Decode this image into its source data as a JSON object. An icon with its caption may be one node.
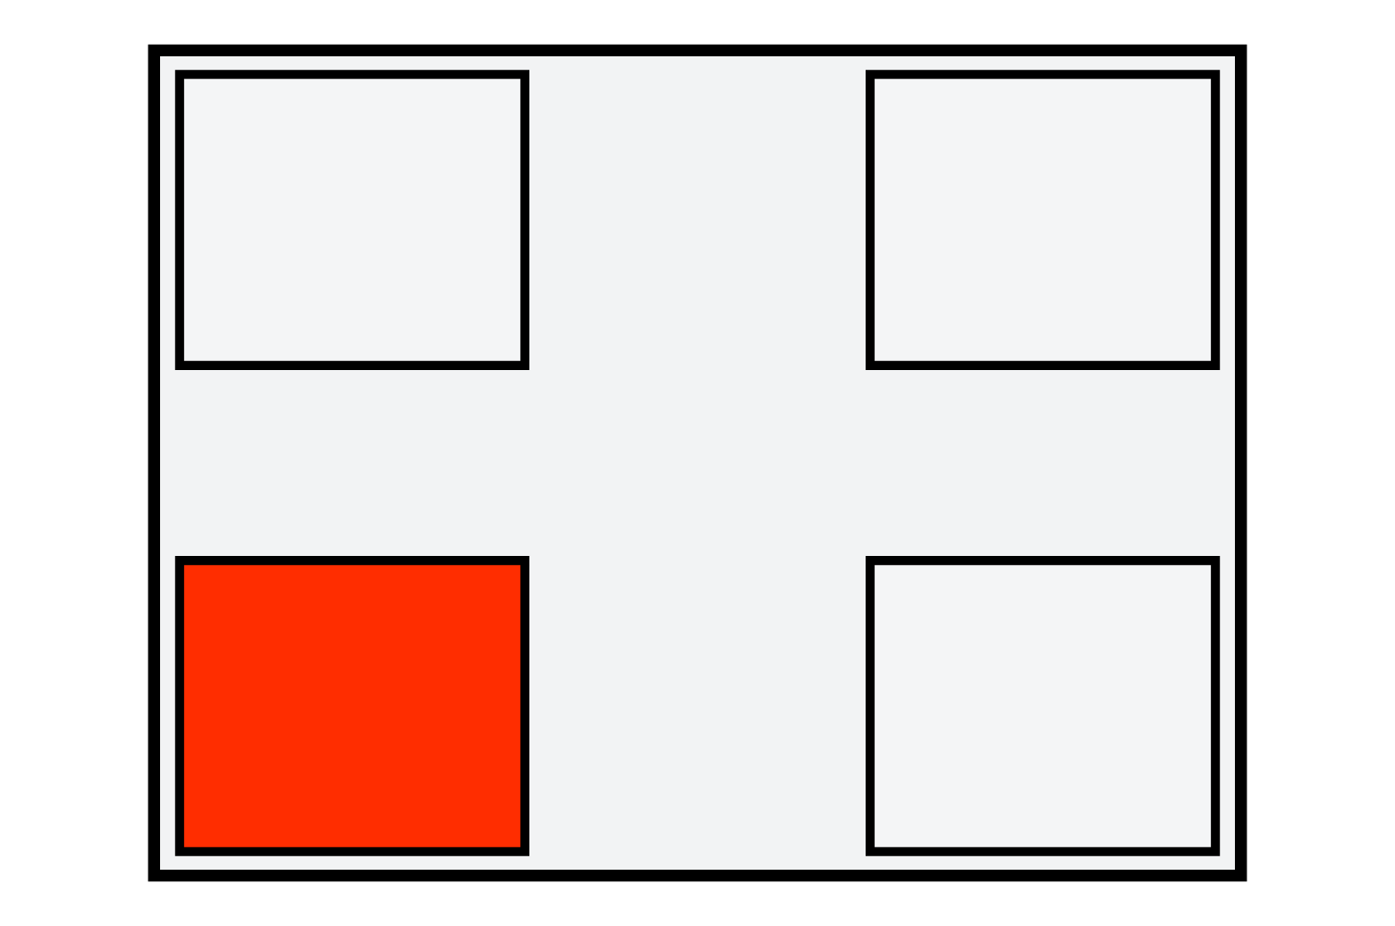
{
  "diagram": {
    "nodes": [
      {
        "text": [],
        "shape": "box"
      },
      {
        "text": [],
        "shape": "box",
        "in": 0
      },
      {
        "text": [],
        "shape": "box",
        "in": 0
      },
      {
        "text": [],
        "shape": "box",
        "in": 0
      },
      {
        "text": [],
        "shape": "box",
        "in": 0
      }
    ]
  }
}
